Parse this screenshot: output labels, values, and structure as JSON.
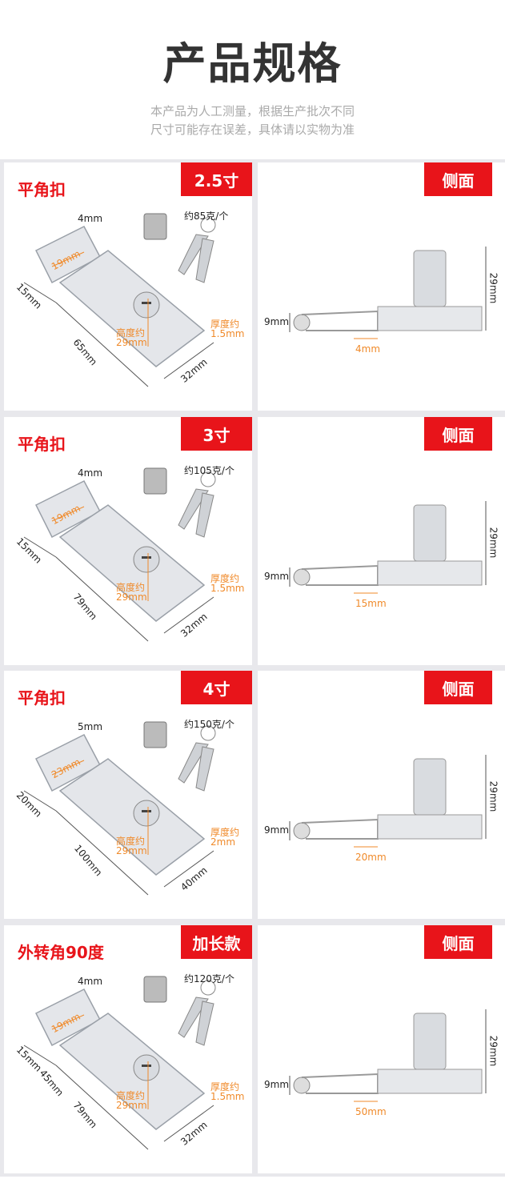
{
  "header": {
    "title": "产品规格",
    "note_line1": "本产品为人工测量，根据生产批次不同",
    "note_line2": "尺寸可能存在误差，具体请以实物为准"
  },
  "colors": {
    "accent": "#e8141a",
    "dimension": "#f08a2a"
  },
  "rows": [
    {
      "type": "平角扣",
      "size": "2.5寸",
      "weight": "约85克/个",
      "hole_gap": "4mm",
      "hole_span": "19mm",
      "hinge": "15mm",
      "length": "65mm",
      "width": "32mm",
      "height_label": "高度约",
      "height": "29mm",
      "thick_label": "厚度约",
      "thick": "1.5mm",
      "side_badge": "侧面",
      "side_height": "29mm",
      "side_knob": "9mm",
      "side_gap": "4mm"
    },
    {
      "type": "平角扣",
      "size": "3寸",
      "weight": "约105克/个",
      "hole_gap": "4mm",
      "hole_span": "19mm",
      "hinge": "15mm",
      "length": "79mm",
      "width": "32mm",
      "height_label": "高度约",
      "height": "29mm",
      "thick_label": "厚度约",
      "thick": "1.5mm",
      "side_badge": "侧面",
      "side_height": "29mm",
      "side_knob": "9mm",
      "side_gap": "15mm"
    },
    {
      "type": "平角扣",
      "size": "4寸",
      "weight": "约150克/个",
      "hole_gap": "5mm",
      "hole_span": "23mm",
      "hinge": "20mm",
      "length": "100mm",
      "width": "40mm",
      "height_label": "高度约",
      "height": "29mm",
      "thick_label": "厚度约",
      "thick": "2mm",
      "side_badge": "侧面",
      "side_height": "29mm",
      "side_knob": "9mm",
      "side_gap": "20mm"
    },
    {
      "type": "外转角90度",
      "size": "加长款",
      "weight": "约120克/个",
      "hole_gap": "4mm",
      "hole_span": "19mm",
      "hinge": "15mm",
      "extra": "45mm",
      "length": "79mm",
      "width": "32mm",
      "height_label": "高度约",
      "height": "29mm",
      "thick_label": "厚度约",
      "thick": "1.5mm",
      "side_badge": "侧面",
      "side_height": "29mm",
      "side_knob": "9mm",
      "side_gap": "50mm"
    }
  ]
}
